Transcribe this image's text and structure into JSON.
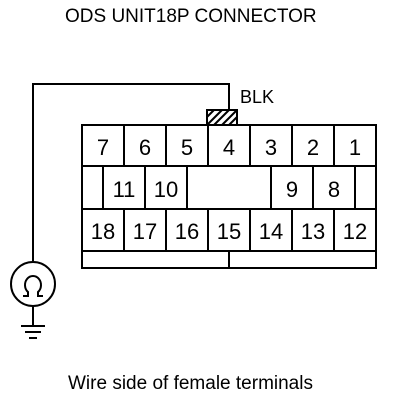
{
  "diagram": {
    "title": "ODS UNIT18P CONNECTOR",
    "wire_color_label": "BLK",
    "caption": "Wire side of female terminals",
    "meter_icon": "ohmmeter-icon",
    "ground_icon": "ground-icon",
    "probed_terminal": "4",
    "row1_pins": [
      "7",
      "6",
      "5",
      "4",
      "3",
      "2",
      "1"
    ],
    "row2_left_pins": [
      "11",
      "10"
    ],
    "row2_right_pins": [
      "9",
      "8"
    ],
    "row3_pins": [
      "18",
      "17",
      "16",
      "15",
      "14",
      "13",
      "12"
    ]
  }
}
